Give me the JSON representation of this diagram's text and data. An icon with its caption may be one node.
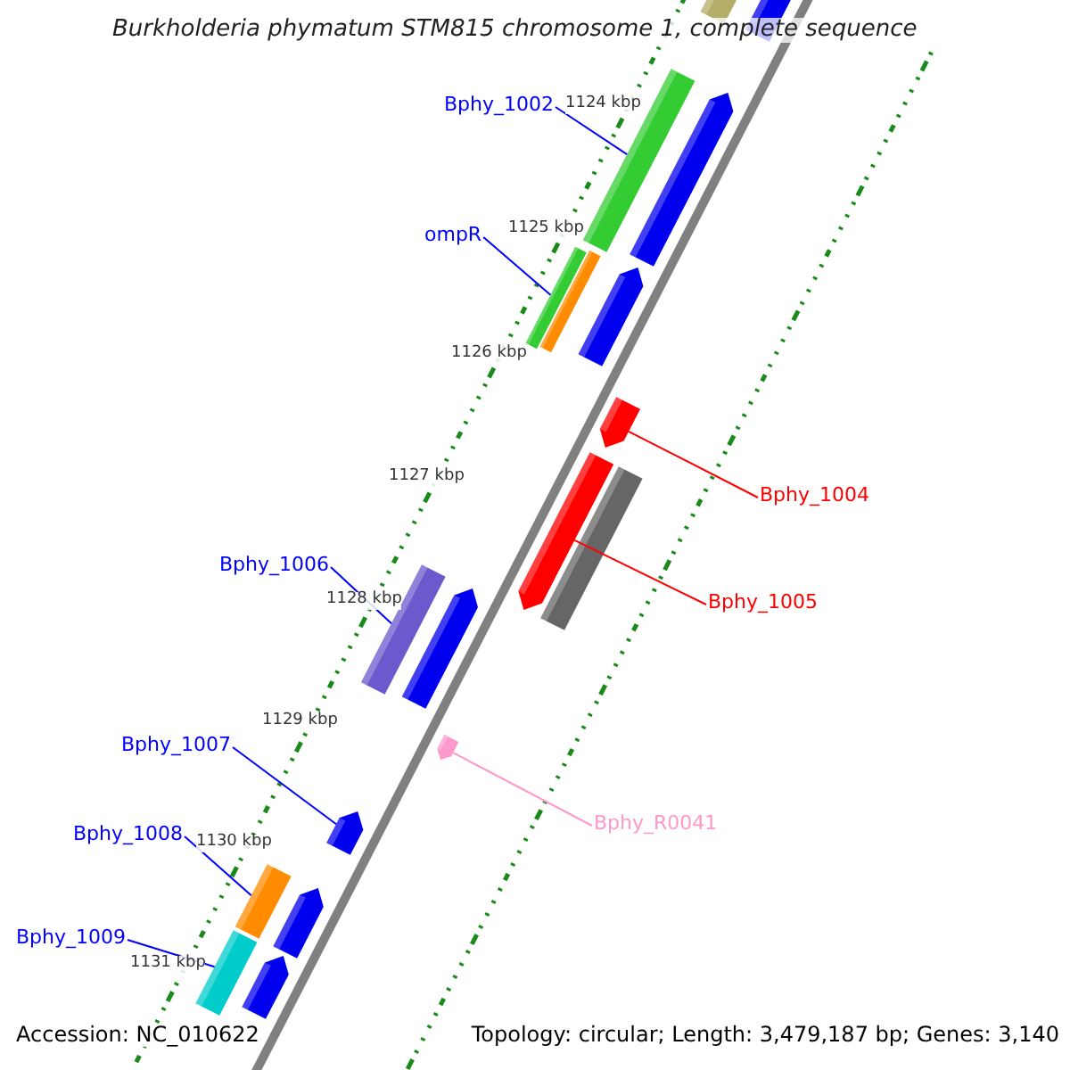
{
  "diagram": {
    "title": "Burkholderia phymatum STM815 chromosome 1, complete sequence",
    "nodes": [
      {
        "text": [
          "Bphy_1002"
        ]
      },
      {
        "text": [
          "ompR"
        ]
      },
      {
        "text": [
          "Bphy_1004"
        ]
      },
      {
        "text": [
          "Bphy_1006"
        ]
      },
      {
        "text": [
          "Bphy_1005"
        ]
      },
      {
        "text": [
          "Bphy_1007"
        ]
      },
      {
        "text": [
          "Bphy_R0041"
        ]
      },
      {
        "text": [
          "Bphy_1008"
        ]
      },
      {
        "text": [
          "Bphy_1009"
        ]
      },
      {
        "text": [],
        "shape": "bar"
      },
      {
        "text": [],
        "shape": "bar"
      },
      {
        "text": [],
        "shape": "arrow"
      },
      {
        "text": [],
        "shape": "bar"
      },
      {
        "text": [],
        "shape": "arrow"
      },
      {
        "text": [],
        "shape": "arrow"
      },
      {
        "text": [],
        "shape": "arrow"
      },
      {
        "text": [],
        "shape": "bar"
      },
      {
        "text": [],
        "shape": "bar"
      }
    ],
    "edges": [
      {
        "from": 0,
        "to": 9,
        "arrow": "none"
      },
      {
        "from": 1,
        "to": 10,
        "arrow": "none"
      },
      {
        "from": 2,
        "to": 11,
        "arrow": "none",
        "color": "#ff0000"
      },
      {
        "from": 3,
        "to": 12,
        "arrow": "none"
      },
      {
        "from": 4,
        "to": 13,
        "arrow": "none",
        "color": "#ff0000"
      },
      {
        "from": 5,
        "to": 14,
        "arrow": "none"
      },
      {
        "from": 6,
        "to": 15,
        "arrow": "none",
        "color": "#ff99cc"
      },
      {
        "from": 7,
        "to": 16,
        "arrow": "none"
      },
      {
        "from": 8,
        "to": 17,
        "arrow": "none"
      }
    ],
    "labels": [
      "1124 kbp",
      "1125 kbp",
      "1126 kbp",
      "1127 kbp",
      "1128 kbp",
      "1129 kbp",
      "1130 kbp",
      "1131 kbp",
      "Accession: NC_010622",
      "Topology: circular; Length: 3,479,187 bp; Genes: 3,140"
    ]
  }
}
